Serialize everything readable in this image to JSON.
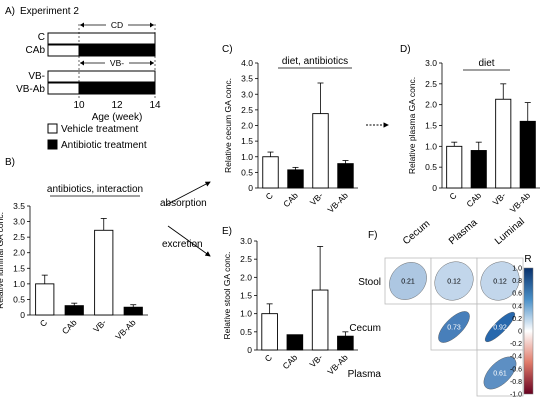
{
  "panel_a": {
    "label": "A)",
    "title": "Experiment 2",
    "groups": [
      "C",
      "CAb",
      "VB-",
      "VB-Ab"
    ],
    "cd_label": "CD",
    "vb_label": "VB-",
    "weeks": [
      "10",
      "12",
      "14"
    ],
    "xlabel": "Age (week)",
    "legend_vehicle": "Vehicle treatment",
    "legend_antibiotic": "Antibiotic treatment"
  },
  "arrows": {
    "absorption": "absorption",
    "excretion": "excretion"
  },
  "chart_data": [
    {
      "id": "B",
      "panel_label": "B)",
      "type": "bar",
      "categories": [
        "C",
        "CAb",
        "VB-",
        "VB-Ab"
      ],
      "values": [
        1.0,
        0.3,
        2.72,
        0.25
      ],
      "errors": [
        0.28,
        0.08,
        0.38,
        0.08
      ],
      "fills": [
        "#ffffff",
        "#000000",
        "#ffffff",
        "#000000"
      ],
      "ylabel": "Relative luminal GA conc.",
      "ylim": [
        0,
        3.5
      ],
      "yticks": [
        "0",
        "0.5",
        "1.0",
        "1.5",
        "2.0",
        "2.5",
        "3.0",
        "3.5"
      ],
      "annotation": "antibiotics, interaction"
    },
    {
      "id": "C",
      "panel_label": "C)",
      "type": "bar",
      "categories": [
        "C",
        "CAb",
        "VB-",
        "VB-Ab"
      ],
      "values": [
        1.0,
        0.58,
        2.38,
        0.78
      ],
      "errors": [
        0.15,
        0.08,
        0.98,
        0.1
      ],
      "fills": [
        "#ffffff",
        "#000000",
        "#ffffff",
        "#000000"
      ],
      "ylabel": "Relative cecum GA conc.",
      "ylim": [
        0,
        4.0
      ],
      "yticks": [
        "0",
        "0.5",
        "1.0",
        "1.5",
        "2.0",
        "2.5",
        "3.0",
        "3.5",
        "4.0"
      ],
      "annotation": "diet, antibiotics"
    },
    {
      "id": "D",
      "panel_label": "D)",
      "type": "bar",
      "categories": [
        "C",
        "CAb",
        "VB-",
        "VB-Ab"
      ],
      "values": [
        1.0,
        0.9,
        2.13,
        1.6
      ],
      "errors": [
        0.1,
        0.2,
        0.37,
        0.45
      ],
      "fills": [
        "#ffffff",
        "#000000",
        "#ffffff",
        "#000000"
      ],
      "ylabel": "Relative plasma GA conc.",
      "ylim": [
        0,
        3.0
      ],
      "yticks": [
        "0",
        "0.5",
        "1.0",
        "1.5",
        "2.0",
        "2.5",
        "3.0"
      ],
      "annotation": "diet"
    },
    {
      "id": "E",
      "panel_label": "E)",
      "type": "bar",
      "categories": [
        "C",
        "CAb",
        "VB-",
        "VB-Ab"
      ],
      "values": [
        1.0,
        0.42,
        1.65,
        0.38
      ],
      "errors": [
        0.27,
        0.0,
        1.2,
        0.12
      ],
      "fills": [
        "#ffffff",
        "#000000",
        "#ffffff",
        "#000000"
      ],
      "ylabel": "Relative stool GA conc.",
      "ylim": [
        0,
        3.0
      ],
      "yticks": [
        "0",
        "0.5",
        "1.0",
        "1.5",
        "2.0",
        "2.5",
        "3.0"
      ],
      "annotation": ""
    },
    {
      "id": "F",
      "panel_label": "F)",
      "type": "heatmap",
      "columns": [
        "Cecum",
        "Plasma",
        "Luminal"
      ],
      "rows": [
        "Stool",
        "Cecum",
        "Plasma"
      ],
      "cells": [
        {
          "row": "Stool",
          "col": "Cecum",
          "value": 0.21,
          "text": "0.21"
        },
        {
          "row": "Stool",
          "col": "Plasma",
          "value": 0.12,
          "text": "0.12"
        },
        {
          "row": "Stool",
          "col": "Luminal",
          "value": 0.12,
          "text": "0.12"
        },
        {
          "row": "Cecum",
          "col": "Plasma",
          "value": 0.73,
          "text": "0.73"
        },
        {
          "row": "Cecum",
          "col": "Luminal",
          "value": 0.92,
          "text": "0.92"
        },
        {
          "row": "Plasma",
          "col": "Luminal",
          "value": 0.61,
          "text": "0.61"
        }
      ],
      "colorbar_label": "R",
      "colorbar_ticks": [
        "1.0",
        "0.8",
        "0.6",
        "0.4",
        "0.2",
        "0",
        "-0.2",
        "-0.4",
        "-0.6",
        "-0.8",
        "-1.0"
      ],
      "colors": {
        "positive": "#1a5fa8",
        "negative": "#a0202a",
        "zero": "#ffffff"
      }
    }
  ]
}
